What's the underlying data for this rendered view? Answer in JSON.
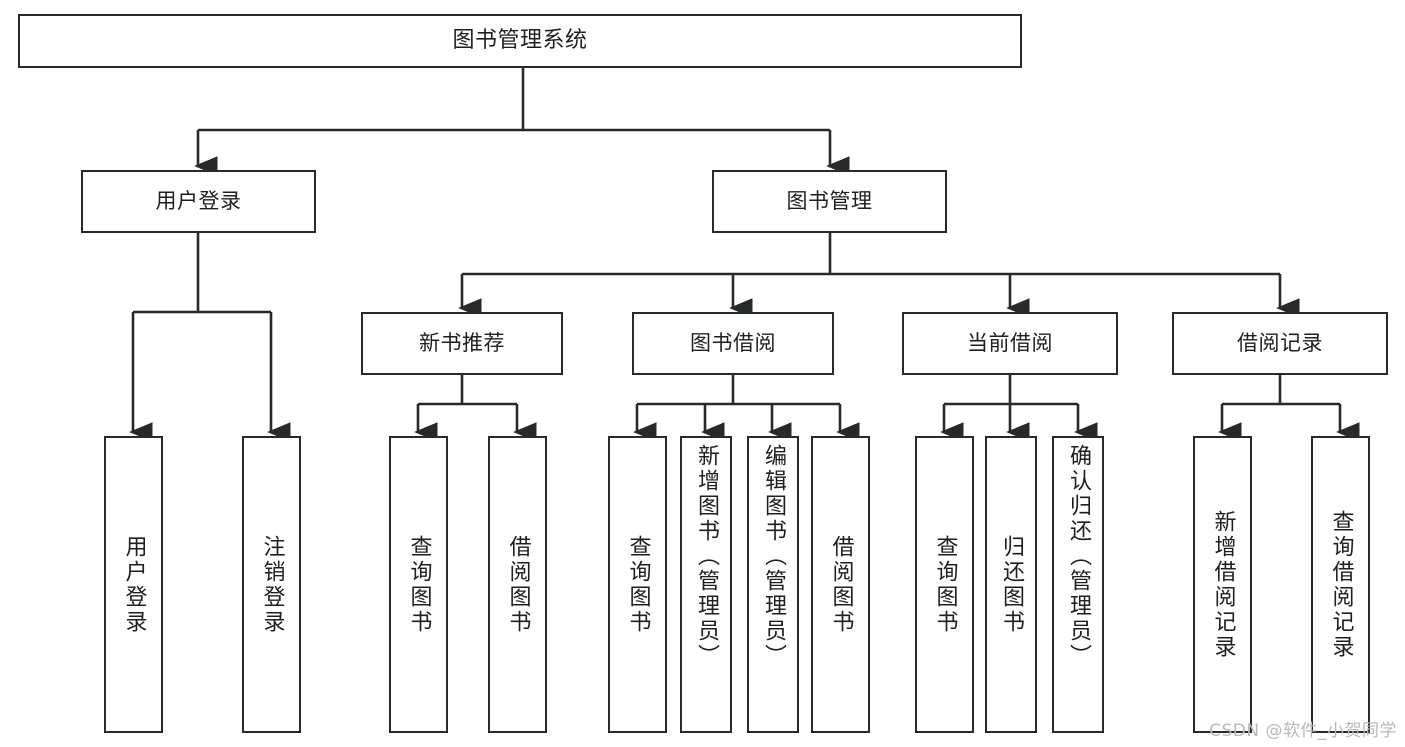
{
  "diagram": {
    "title": "图书管理系统",
    "type": "tree-hierarchy",
    "orientation": "top-down",
    "style": {
      "box_fill": "#ffffff",
      "box_stroke": "#27292b",
      "connector_stroke": "#27292b",
      "text_color": "#1d1f21",
      "background": "#ffffff"
    }
  },
  "root": {
    "label": "图书管理系统"
  },
  "level2": [
    {
      "label": "用户登录"
    },
    {
      "label": "图书管理"
    }
  ],
  "level3": [
    {
      "label": "新书推荐"
    },
    {
      "label": "图书借阅"
    },
    {
      "label": "当前借阅"
    },
    {
      "label": "借阅记录"
    }
  ],
  "leaves": {
    "user_login": [
      {
        "label": "用户登录"
      },
      {
        "label": "注销登录"
      }
    ],
    "new_book_recommend": [
      {
        "label": "查询图书"
      },
      {
        "label": "借阅图书"
      }
    ],
    "book_borrow": [
      {
        "label": "查询图书"
      },
      {
        "label": "新增图书（管理员）"
      },
      {
        "label": "编辑图书（管理员）"
      },
      {
        "label": "借阅图书"
      }
    ],
    "current_borrow": [
      {
        "label": "查询图书"
      },
      {
        "label": "归还图书"
      },
      {
        "label": "确认归还（管理员）"
      }
    ],
    "borrow_record": [
      {
        "label": "新增借阅记录"
      },
      {
        "label": "查询借阅记录"
      }
    ]
  },
  "watermark": {
    "text": "CSDN @软件_小贺同学"
  }
}
